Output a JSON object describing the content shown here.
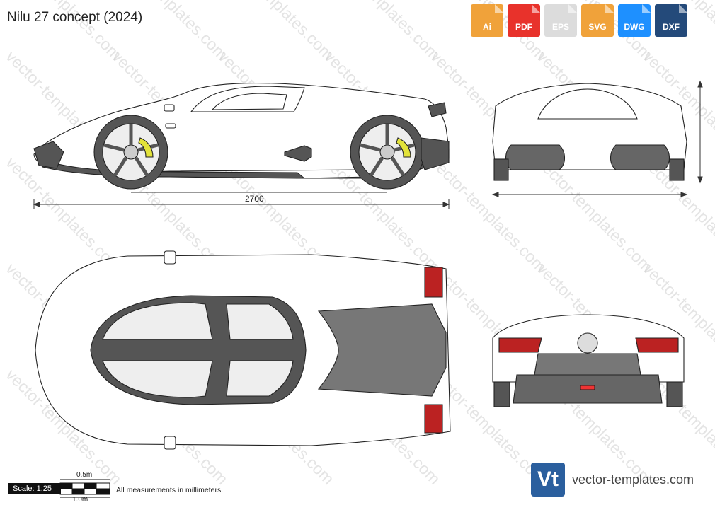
{
  "title": "Nilu 27 concept (2024)",
  "formats": [
    {
      "label": "Ai",
      "color": "#f0a23a"
    },
    {
      "label": "PDF",
      "color": "#e8322b"
    },
    {
      "label": "EPS",
      "color": "#dcdcdc"
    },
    {
      "label": "SVG",
      "color": "#f0a23a"
    },
    {
      "label": "DWG",
      "color": "#1e90ff"
    },
    {
      "label": "DXF",
      "color": "#244a7a"
    }
  ],
  "watermark_text": "vector-templates.com",
  "dimension_wheelbase": "2700",
  "scale": {
    "label": "Scale: 1:25",
    "half_meter": "0.5m",
    "one_meter": "1.0m"
  },
  "note": "All measurements in millimeters.",
  "brand": {
    "logo_text": "Vt",
    "url": "vector-templates.com"
  }
}
